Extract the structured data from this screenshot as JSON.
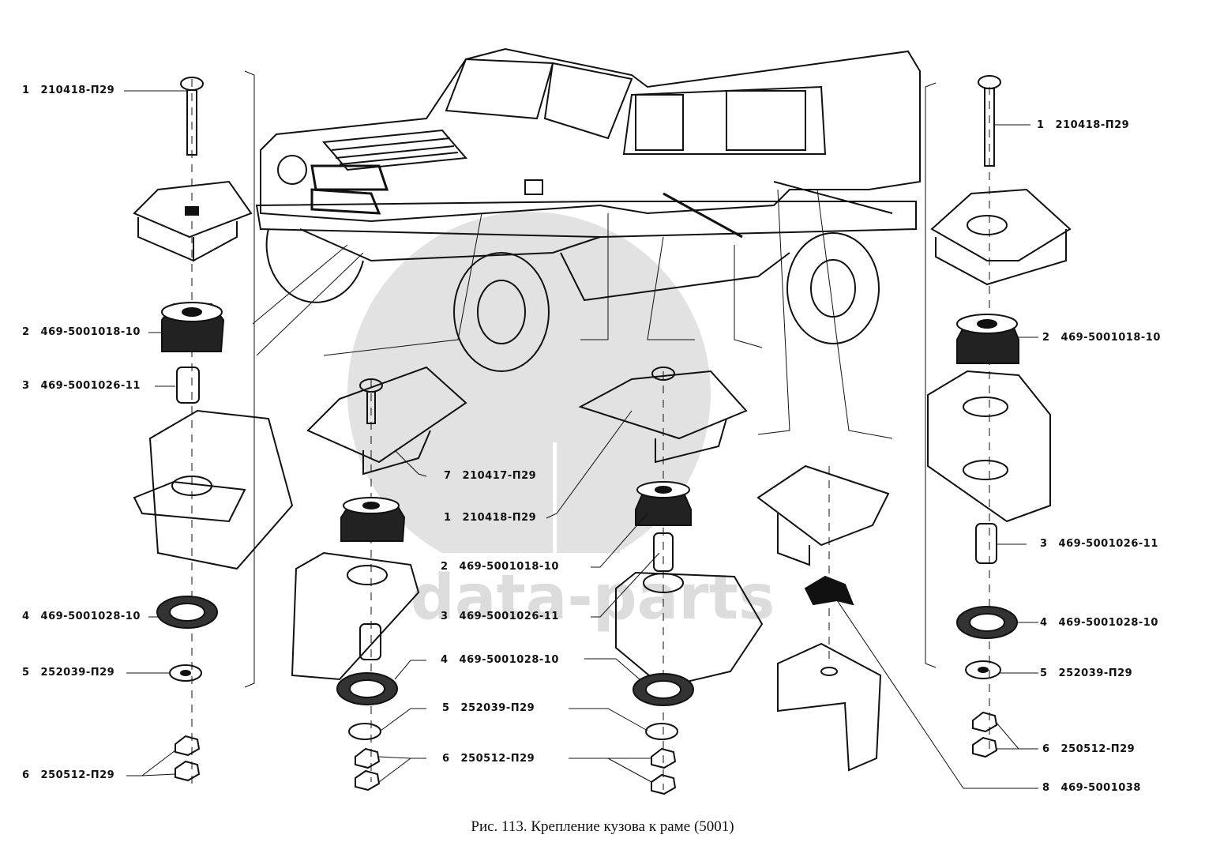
{
  "figure": {
    "caption": "Рис. 113. Крепление кузова к раме (5001)",
    "watermark_text": "data-parts",
    "colors": {
      "ink": "#111111",
      "watermark": "#dcdcdc",
      "background": "#ffffff"
    }
  },
  "groups": [
    {
      "name": "left-column",
      "callouts": [
        {
          "num": "1",
          "part": "210418-П29"
        },
        {
          "num": "2",
          "part": "469-5001018-10"
        },
        {
          "num": "3",
          "part": "469-5001026-11"
        },
        {
          "num": "4",
          "part": "469-5001028-10"
        },
        {
          "num": "5",
          "part": "252039-П29"
        },
        {
          "num": "6",
          "part": "250512-П29"
        }
      ]
    },
    {
      "name": "center-column",
      "callouts": [
        {
          "num": "7",
          "part": "210417-П29"
        },
        {
          "num": "1",
          "part": "210418-П29"
        },
        {
          "num": "2",
          "part": "469-5001018-10"
        },
        {
          "num": "3",
          "part": "469-5001026-11"
        },
        {
          "num": "4",
          "part": "469-5001028-10"
        },
        {
          "num": "5",
          "part": "252039-П29"
        },
        {
          "num": "6",
          "part": "250512-П29"
        }
      ]
    },
    {
      "name": "right-column",
      "callouts": [
        {
          "num": "1",
          "part": "210418-П29"
        },
        {
          "num": "2",
          "part": "469-5001018-10"
        },
        {
          "num": "3",
          "part": "469-5001026-11"
        },
        {
          "num": "4",
          "part": "469-5001028-10"
        },
        {
          "num": "5",
          "part": "252039-П29"
        },
        {
          "num": "6",
          "part": "250512-П29"
        },
        {
          "num": "8",
          "part": "469-5001038"
        }
      ]
    }
  ]
}
